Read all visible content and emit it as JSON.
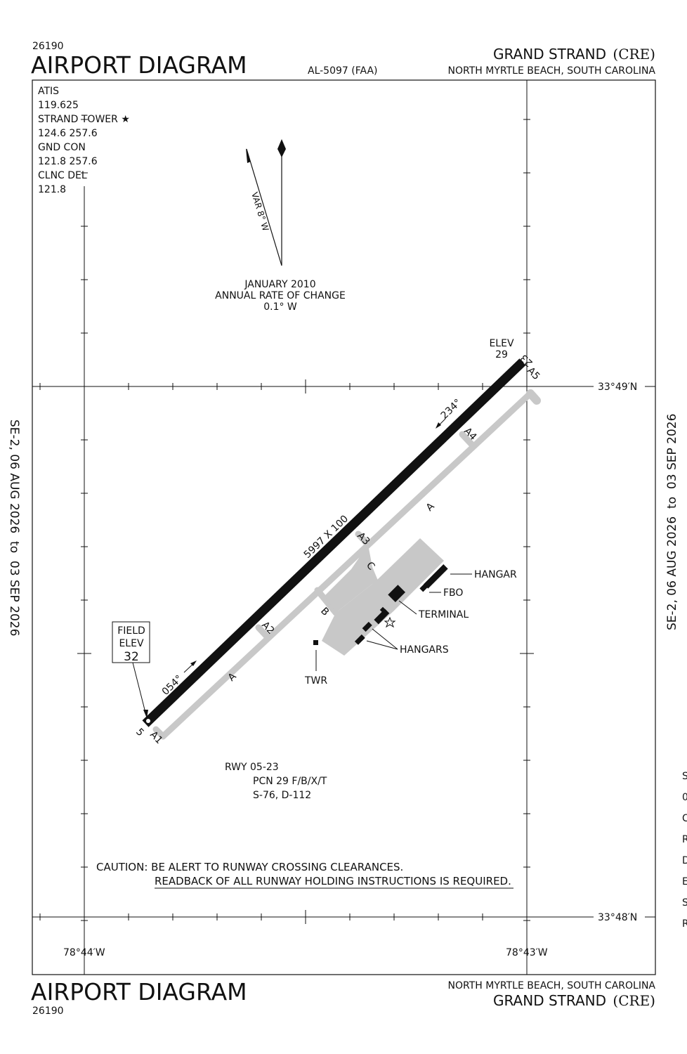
{
  "header": {
    "chart_number": "26190",
    "title": "AIRPORT DIAGRAM",
    "procedure_id": "AL-5097 (FAA)",
    "airport_name": "GRAND STRAND",
    "airport_id": "(CRE)",
    "location": "NORTH MYRTLE BEACH, SOUTH CAROLINA"
  },
  "footer": {
    "title": "AIRPORT DIAGRAM",
    "chart_number": "26190",
    "location": "NORTH MYRTLE BEACH, SOUTH CAROLINA",
    "airport_name": "GRAND STRAND",
    "airport_id": "(CRE)"
  },
  "effective_dates": {
    "left": "SE-2, 06 AUG 2026  to  03 SEP 2026",
    "right": "SE-2, 06 AUG 2026  to  03 SEP 2026"
  },
  "frequencies": [
    {
      "label": "ATIS",
      "value": "119.625"
    },
    {
      "label": "STRAND TOWER ★",
      "value": "124.6  257.6"
    },
    {
      "label": "GND CON",
      "value": "121.8  257.6"
    },
    {
      "label": "CLNC DEL",
      "value": "121.8"
    }
  ],
  "magnetic": {
    "variation": "VAR 8° W",
    "date": "JANUARY 2010",
    "rate_label": "ANNUAL RATE OF CHANGE",
    "rate_value": "0.1° W"
  },
  "coordinates": {
    "lat_north": "33°49′N",
    "lat_south": "33°48′N",
    "lon_west": "78°44′W",
    "lon_east": "78°43′W"
  },
  "runway": {
    "dimensions": "5997 X 100",
    "heading_sw": "054°",
    "heading_ne": "234°",
    "end_sw": "5",
    "end_ne": "23",
    "elev_ne_label": "ELEV",
    "elev_ne_value": "29",
    "info_title": "RWY 05-23",
    "pcn": "PCN 29 F/B/X/T",
    "strength": "S-76, D-112"
  },
  "field_elev": {
    "line1": "FIELD",
    "line2": "ELEV",
    "value": "32"
  },
  "taxiways": {
    "a": "A",
    "a1": "A1",
    "a2": "A2",
    "a3": "A3",
    "a4": "A4",
    "a5": "A5",
    "b": "B",
    "c": "C"
  },
  "facilities": {
    "hangar": "HANGAR",
    "fbo": "FBO",
    "terminal": "TERMINAL",
    "hangars": "HANGARS",
    "tower": "TWR"
  },
  "caution": {
    "line1": "CAUTION: BE ALERT TO RUNWAY CROSSING CLEARANCES.",
    "line2": "READBACK OF ALL RUNWAY HOLDING INSTRUCTIONS IS REQUIRED."
  },
  "margin_letters": [
    "S",
    "0",
    "C",
    "R",
    "D",
    "E",
    "S",
    "R"
  ]
}
